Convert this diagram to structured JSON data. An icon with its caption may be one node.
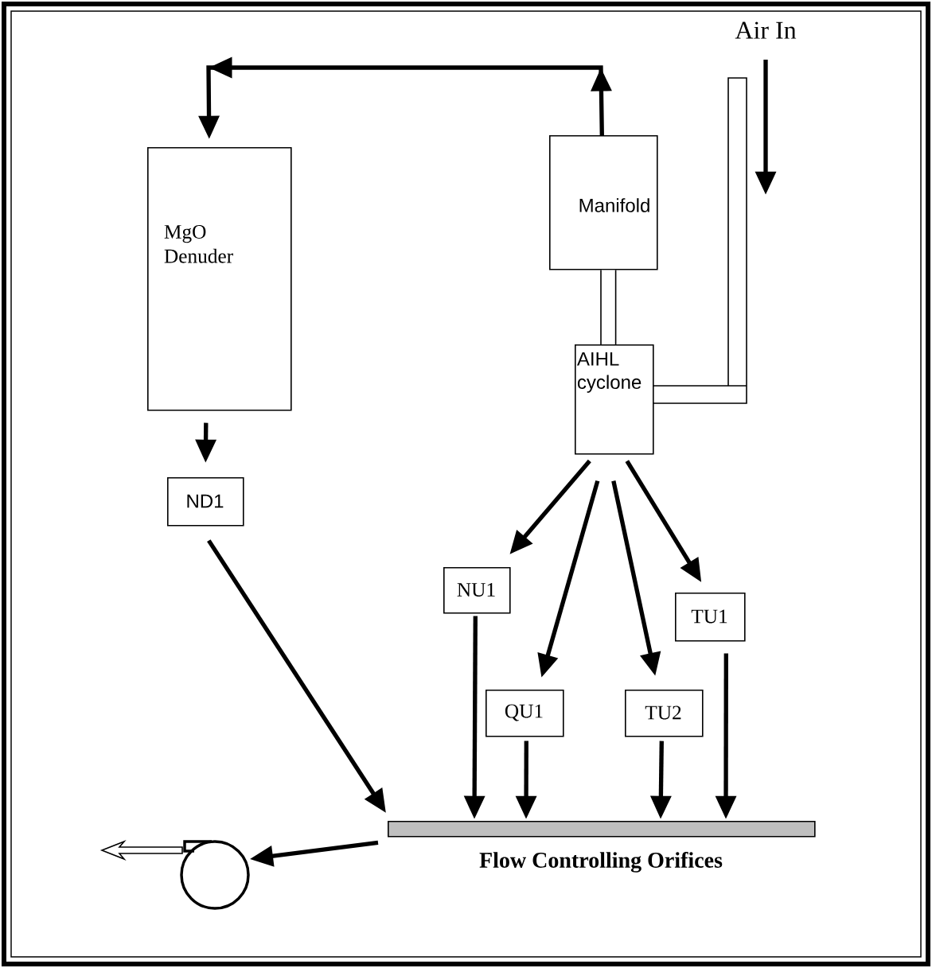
{
  "diagram": {
    "nodes": [
      {
        "text": [
          "MgO Denuder"
        ]
      },
      {
        "text": [
          "Manifold"
        ]
      },
      {
        "text": [
          "AIHL cyclone"
        ]
      },
      {
        "text": [
          "ND1"
        ]
      },
      {
        "text": [
          "NU1"
        ]
      },
      {
        "text": [
          "TU1"
        ]
      },
      {
        "text": [
          "QU1"
        ]
      },
      {
        "text": [
          "TU2"
        ]
      },
      {
        "text": [
          "Flow Controlling Orifices"
        ]
      },
      {
        "text": [],
        "shape": "circle"
      }
    ],
    "edges": [
      {
        "from": 1,
        "to": 0,
        "arrow": "to"
      },
      {
        "from": 0,
        "to": 3,
        "arrow": "to"
      },
      {
        "from": 3,
        "to": 8,
        "arrow": "to"
      },
      {
        "from": 2,
        "to": 4,
        "arrow": "to"
      },
      {
        "from": 2,
        "to": 6,
        "arrow": "to"
      },
      {
        "from": 2,
        "to": 7,
        "arrow": "to"
      },
      {
        "from": 2,
        "to": 5,
        "arrow": "to"
      },
      {
        "from": 4,
        "to": 8,
        "arrow": "to"
      },
      {
        "from": 6,
        "to": 8,
        "arrow": "to"
      },
      {
        "from": 7,
        "to": 8,
        "arrow": "to"
      },
      {
        "from": 5,
        "to": 8,
        "arrow": "to"
      },
      {
        "from": 8,
        "to": 9,
        "arrow": "to"
      },
      {
        "from": 2,
        "to": 1,
        "arrow": "none",
        "style": "thick"
      }
    ],
    "labels": [
      "Air In"
    ]
  }
}
